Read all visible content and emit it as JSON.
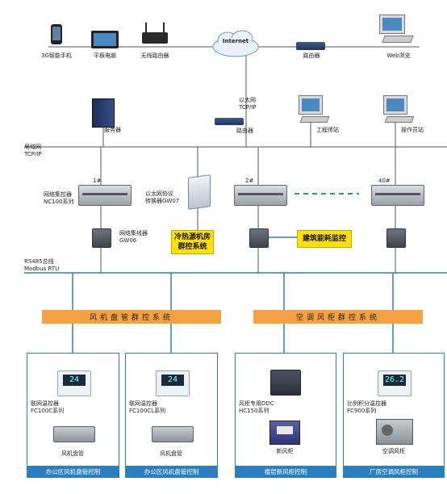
{
  "top": {
    "phone": "3G智能手机",
    "tablet": "平板电脑",
    "wireless_router": "无线路由器",
    "internet": "Internet",
    "router": "路由器",
    "web": "Web浏览"
  },
  "mid": {
    "server": "服务器",
    "ethernet_tcp_line1": "以太网",
    "ethernet_tcp_line2": "TCP/IP",
    "router": "路由器",
    "engineer": "工程师站",
    "operator": "操作员站",
    "lan_line1": "局域网",
    "lan_line2": "TCP/IP"
  },
  "gateways": {
    "g1_num": "1#",
    "g2_num": "2#",
    "g40_num": "40#",
    "nc_line1": "网络集控器",
    "nc_line2": "NC100系列",
    "conv_line1": "以太网协议",
    "conv_line2": "转换器GW07",
    "gw06_line1": "网络集线器",
    "gw06_line2": "GW06",
    "cold_hot_line1": "冷热源机房",
    "cold_hot_line2": "群控系统",
    "energy": "建筑能耗监控",
    "rs485_line1": "RS485总线",
    "rs485_line2": "Modbus RTU"
  },
  "systems": {
    "fcu_group": "风机盘管群控系统",
    "ahu_group": "空调风柜群控系统"
  },
  "zones": [
    {
      "thermo": "24",
      "ctrl_line1": "联网温控器",
      "ctrl_line2": "FC100C系列",
      "device": "风机盘管",
      "title": "办公区风机盘管控制"
    },
    {
      "thermo": "24",
      "ctrl_line1": "联网温控器",
      "ctrl_line2": "FC100CL系列",
      "device": "风机盘管",
      "title": "办公区风机盘管控制"
    },
    {
      "thermo": "",
      "ctrl_line1": "风柜专用DDC",
      "ctrl_line2": "HC150系列",
      "device": "新风柜",
      "title": "楼层新风柜控制"
    },
    {
      "thermo": "26.2",
      "ctrl_line1": "比例积分温控器",
      "ctrl_line2": "FC900系列",
      "device": "空调风柜",
      "title": "厂房空调风柜控制"
    }
  ],
  "colors": {
    "network_line": "#555555",
    "bus_line": "#2a7fc0",
    "orange": "#f5a040",
    "yellow": "#ffe000",
    "zone_blue": "#2a7fc0",
    "red_link": "#c03030",
    "green_dash": "#2aa050"
  }
}
